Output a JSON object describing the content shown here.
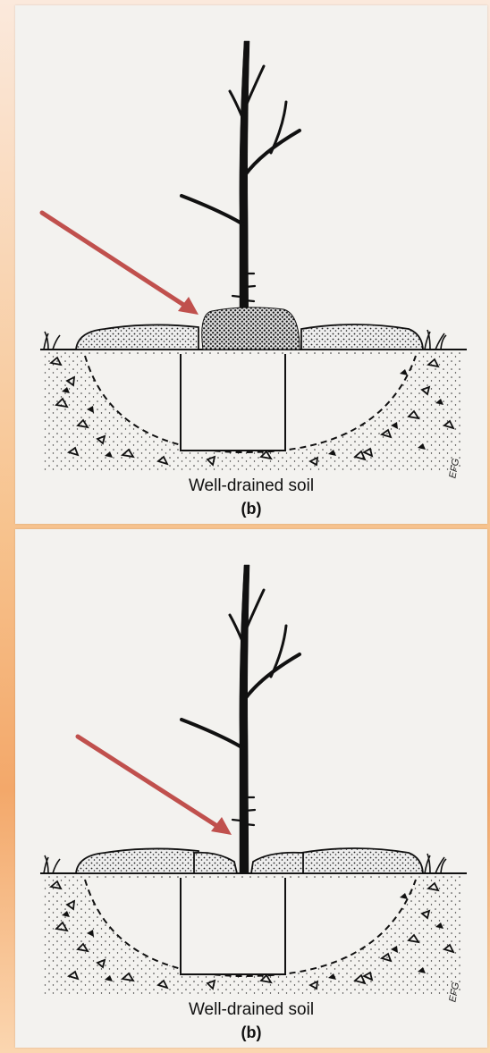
{
  "panels": [
    {
      "caption": "Well-drained soil",
      "label": "(b)",
      "initials": "EFG",
      "arrow_target": "mulch-piled-against-trunk"
    },
    {
      "caption": "Well-drained soil",
      "label": "(b)",
      "initials": "EFG",
      "arrow_target": "trunk-base-clear-of-mulch"
    }
  ],
  "colors": {
    "arrow": "#c0504d",
    "ink": "#111111",
    "paper": "#f3f2ef"
  }
}
